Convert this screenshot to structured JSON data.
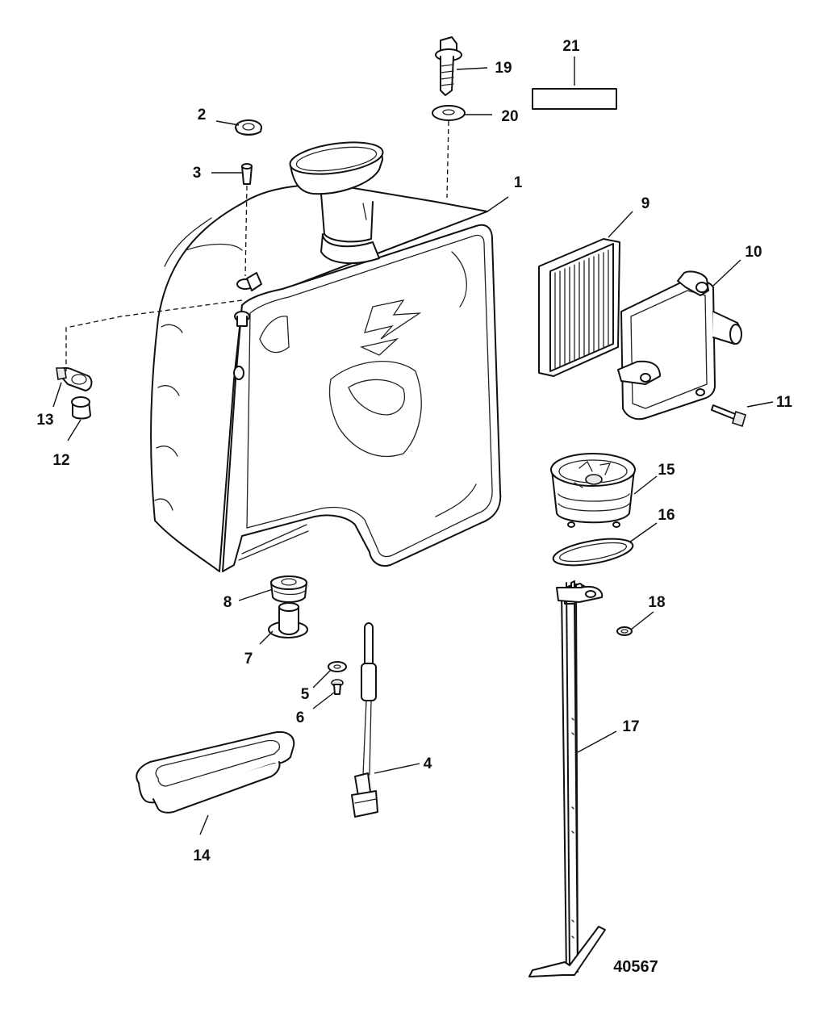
{
  "figure_number": "40567",
  "callouts": [
    {
      "id": "c1",
      "label": "1"
    },
    {
      "id": "c2",
      "label": "2"
    },
    {
      "id": "c3",
      "label": "3"
    },
    {
      "id": "c4",
      "label": "4"
    },
    {
      "id": "c5",
      "label": "5"
    },
    {
      "id": "c6",
      "label": "6"
    },
    {
      "id": "c7",
      "label": "7"
    },
    {
      "id": "c8",
      "label": "8"
    },
    {
      "id": "c9",
      "label": "9"
    },
    {
      "id": "c10",
      "label": "10"
    },
    {
      "id": "c11",
      "label": "11"
    },
    {
      "id": "c12",
      "label": "12"
    },
    {
      "id": "c13",
      "label": "13"
    },
    {
      "id": "c14",
      "label": "14"
    },
    {
      "id": "c15",
      "label": "15"
    },
    {
      "id": "c16",
      "label": "16"
    },
    {
      "id": "c17",
      "label": "17"
    },
    {
      "id": "c18",
      "label": "18"
    },
    {
      "id": "c19",
      "label": "19"
    },
    {
      "id": "c20",
      "label": "20"
    },
    {
      "id": "c21",
      "label": "21"
    }
  ],
  "colors": {
    "line": "#111111",
    "background": "#ffffff",
    "shade": "#e9e9e9"
  }
}
